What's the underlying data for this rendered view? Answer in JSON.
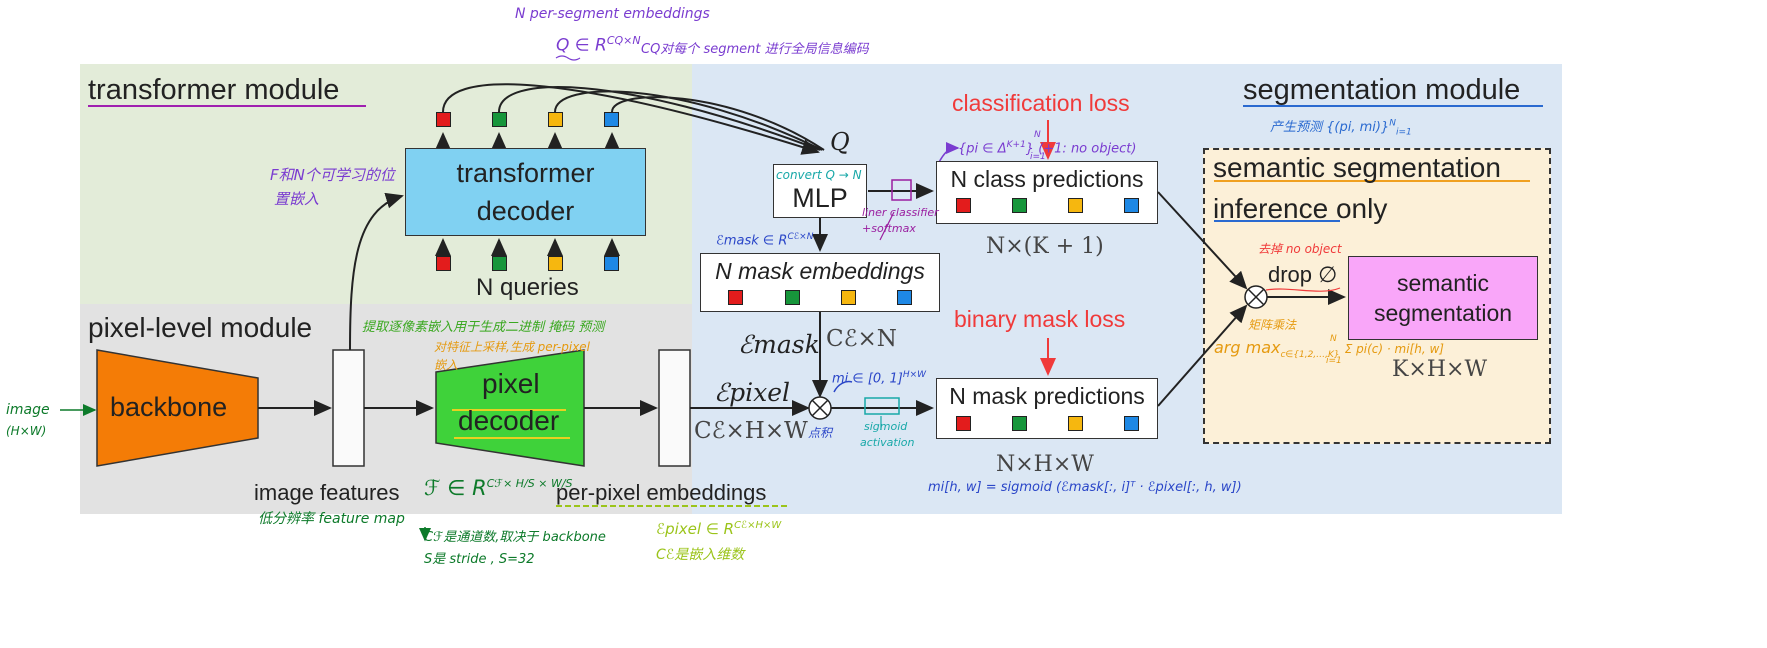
{
  "modules": {
    "transformer": "transformer module",
    "pixel": "pixel-level module",
    "segmentation": "segmentation module",
    "semantic": "semantic segmentation",
    "inference": "inference only"
  },
  "blocks": {
    "backbone": "backbone",
    "pixel_decoder_1": "pixel",
    "pixel_decoder_2": "decoder",
    "transformer_decoder_1": "transformer",
    "transformer_decoder_2": "decoder",
    "mlp": "MLP",
    "mask_embeddings": "N mask embeddings",
    "class_predictions": "N class predictions",
    "mask_predictions": "N mask predictions",
    "semantic_seg_1": "semantic",
    "semantic_seg_2": "segmentation"
  },
  "labels": {
    "n_queries": "N queries",
    "image_features": "image features",
    "per_pixel_embeddings": "per-pixel embeddings",
    "q": "Q",
    "e_mask": "ℰmask",
    "e_pixel": "ℰpixel",
    "ce_n": "Cℰ×N",
    "ce_hw": "Cℰ×H×W",
    "nk1": "N×(K + 1)",
    "nhw": "N×H×W",
    "khw": "K×H×W",
    "drop": "drop ∅",
    "classification_loss": "classification loss",
    "binary_mask_loss": "binary mask loss"
  },
  "annotations": {
    "n_per_segment": "N  per-segment  embeddings",
    "q_formula": "Q ∈ R",
    "q_sup": "CQ×N",
    "q_note": "CQ对每个 segment 进行全局信息编码",
    "f_pos": "F和N个可学习的位",
    "f_pos2": "置嵌入",
    "pixel_note": "提取逐像素嵌入用于生成二进制 掩码 预测",
    "upsample_1": "对特征上采样,生成 per-pixel",
    "upsample_2": "嵌入",
    "image_in": "image",
    "image_hw": "(H×W)",
    "feature_math": "ℱ ∈ R",
    "feature_sup": "Cℱ× H/S × W/S",
    "low_res": "低分辨率 feature map",
    "cf_note": "Cℱ是通道数,取决于 backbone",
    "s_note": "S是 stride , S=32",
    "epixel_math": "ℰpixel ∈ R",
    "epixel_sup": "Cℰ×H×W",
    "ce_note": "Cℰ是嵌入维数",
    "convert": "convert Q → N",
    "emask_math": "ℰmask ∈ R",
    "emask_sup": "Cℰ×N",
    "linear": "liner classifier",
    "softmax": "+softmax",
    "pi_set": "{pi ∈ Δ",
    "pi_sup": "K+1",
    "pi_rest": "}  (+1: no object)",
    "pi_N": "N",
    "pi_i1": "i=1",
    "dot": "点积",
    "mi_range": "mi ∈ [0, 1]",
    "mi_sup": "H×W",
    "sigmoid_1": "sigmoid",
    "sigmoid_2": "activation",
    "mi_formula": "mi[h, w] = sigmoid (ℰmask[:, i]ᵀ · ℰpixel[:, h, w])",
    "produce_pred": "产生预测 {(pi, mi)}",
    "produce_sup": "N",
    "produce_sub": "i=1",
    "remove_noobj": "去掉 no object",
    "matrix_mult": "矩阵乘法",
    "argmax": "arg max",
    "argmax_sub": "c∈{1,2,…,K}",
    "argmax_rest": "Σ pi(c) · mi[h, w]",
    "argmax_sum_sup": "N",
    "argmax_sum_sub": "i=1"
  },
  "colors": {
    "transformer_bg": "#e3ecd9",
    "pixel_bg": "#e2e2e2",
    "segmentation_bg": "#dbe7f4",
    "inference_bg": "#fcf0d8",
    "backbone": "#f47c06",
    "pixel_decoder": "#3fd23a",
    "transformer_decoder": "#80d1f2",
    "semantic": "#f9a6f9",
    "loss_red": "#f03a3a",
    "purple": "#7a3cd0",
    "blue": "#2a46c8",
    "green": "#0d7a2a",
    "orange": "#e59a10",
    "teal": "#18a8a8",
    "yellow_green": "#9bc41a",
    "magenta": "#c020c8",
    "query_colors": [
      "#e31c1c",
      "#17963b",
      "#f6b70f",
      "#1e88e5"
    ]
  }
}
